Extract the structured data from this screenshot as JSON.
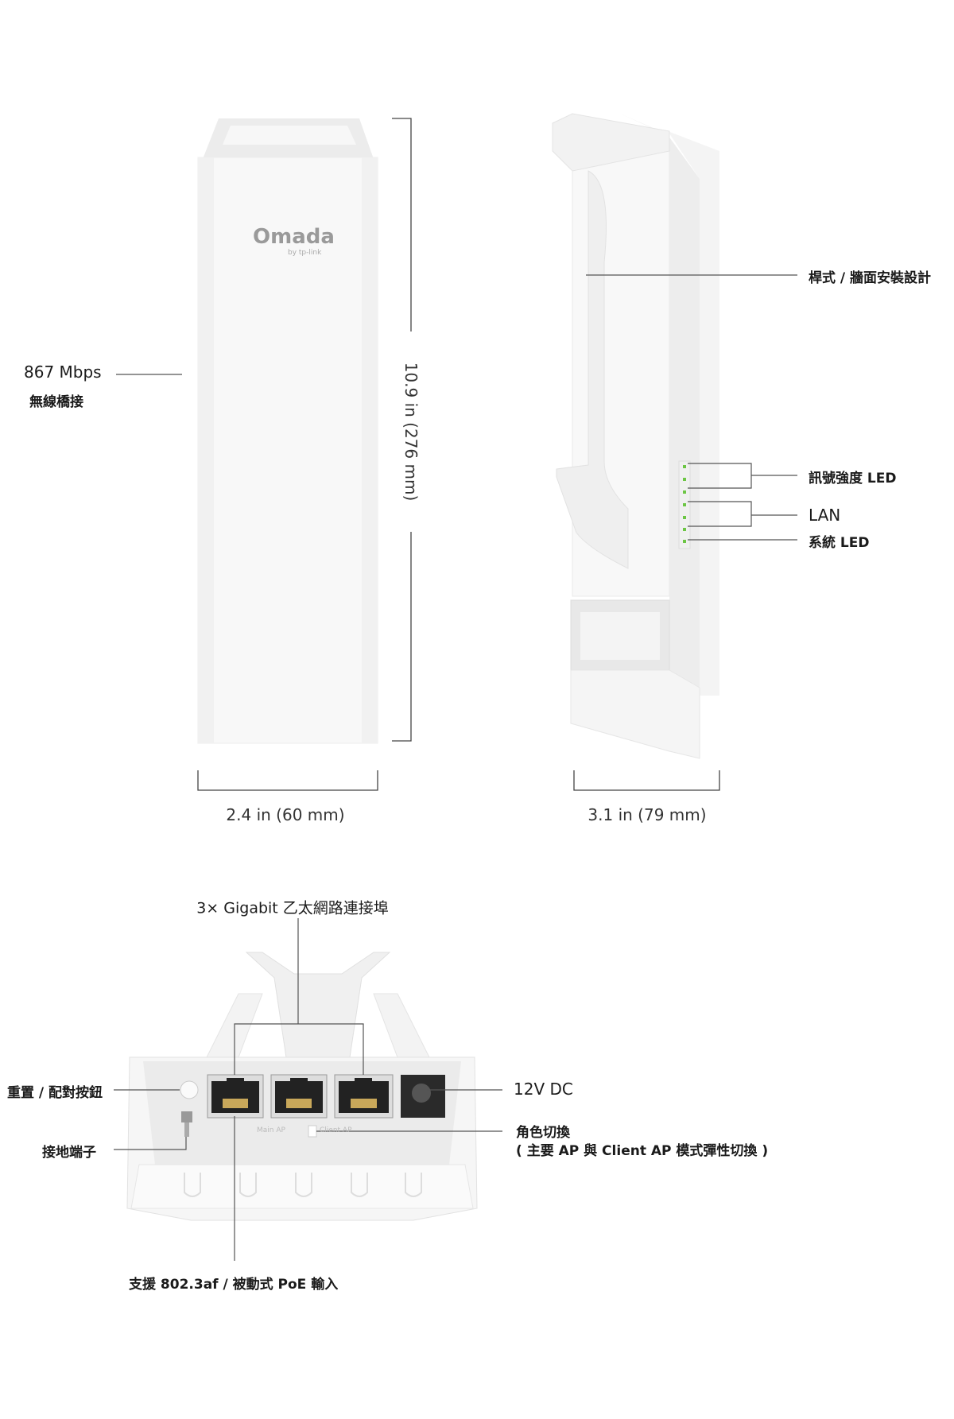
{
  "front_view": {
    "brand_logo": "Omada",
    "brand_sub": "by tp-link",
    "speed": "867 Mbps",
    "speed_desc": "無線橋接",
    "height_dim": "10.9 in (276 mm)",
    "width_dim": "2.4 in (60 mm)"
  },
  "side_view": {
    "mount_label": "桿式 / 牆面安裝設計",
    "signal_led": "訊號強度 LED",
    "lan_label": "LAN",
    "system_led": "系統 LED",
    "depth_dim": "3.1 in (79 mm)"
  },
  "bottom_view": {
    "ports_label": "3× Gigabit 乙太網路連接埠",
    "reset_label": "重置 / 配對按鈕",
    "ground_label": "接地端子",
    "dc_label": "12V DC",
    "role_label": "角色切換",
    "role_desc": "( 主要 AP 與 Client AP 模式彈性切換 )",
    "poe_label": "支援 802.3af / 被動式 PoE 輸入",
    "switch_left": "Main AP",
    "switch_right": "Client AP"
  },
  "colors": {
    "line": "#555555",
    "led": "#6cc644",
    "device": "#f7f7f7"
  }
}
